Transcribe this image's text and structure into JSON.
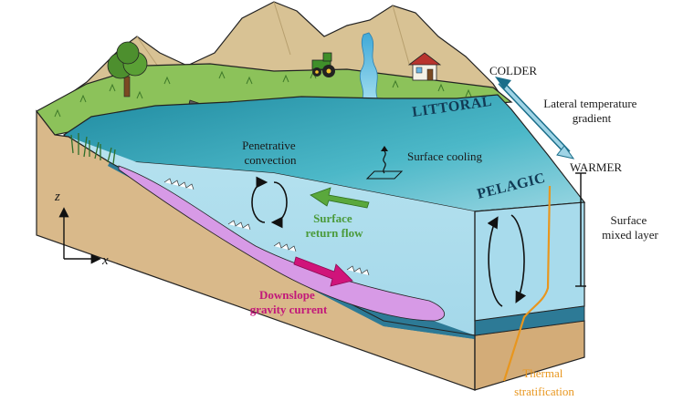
{
  "zones": {
    "littoral": "LITTORAL",
    "pelagic": "PELAGIC"
  },
  "processes": {
    "penetrative_convection": [
      "Penetrative",
      "convection"
    ],
    "surface_cooling": "Surface cooling",
    "surface_return_flow": [
      "Surface",
      "return flow"
    ],
    "downslope_gravity_current": [
      "Downslope",
      "gravity current"
    ]
  },
  "gradient": {
    "colder": "COLDER",
    "warmer": "WARMER",
    "label": [
      "Lateral temperature",
      "gradient"
    ]
  },
  "layers": {
    "surface_mixed_layer": [
      "Surface",
      "mixed layer"
    ],
    "thermal_stratification": [
      "Thermal",
      "stratification"
    ]
  },
  "axes": {
    "z": "z",
    "x": "x"
  },
  "colors": {
    "hills": "#d8c294",
    "grass": "#8cc25a",
    "lake_surface": "#2e9aa8",
    "water_body": "#aadcec",
    "deep_water": "#2d7a96",
    "sediment": "#d9b98a",
    "gravity_current": "#d79ae6",
    "return_flow_arrow": "#5aa83c",
    "gravity_arrow": "#d0147a",
    "stratification_line": "#e8961e"
  },
  "icons": [
    "tree-icon",
    "tractor-icon",
    "house-icon",
    "pipe-icon",
    "reed-icon"
  ]
}
